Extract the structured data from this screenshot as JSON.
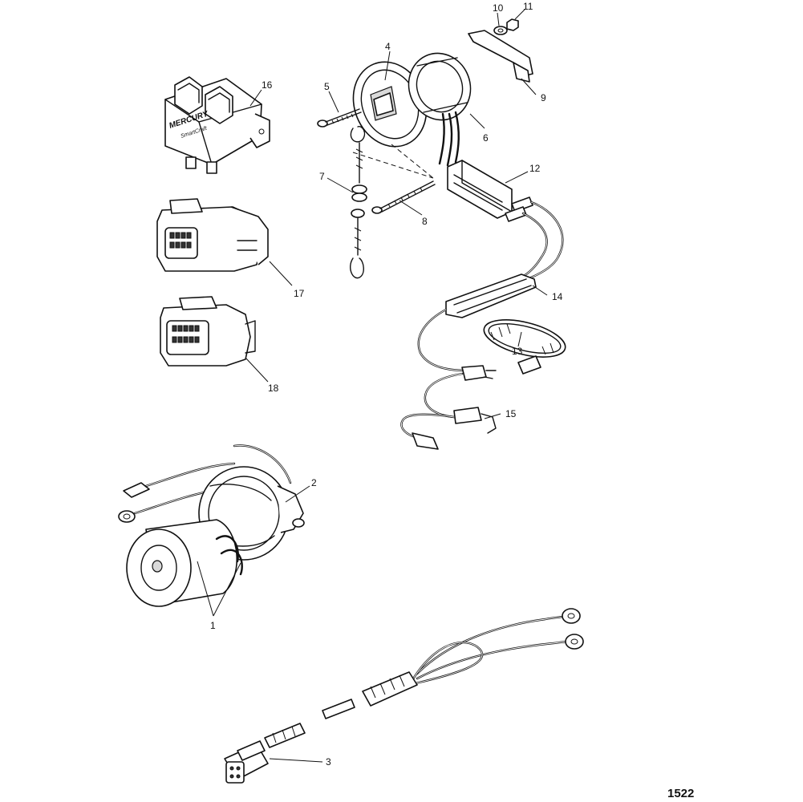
{
  "diagram": {
    "figure_number": "1522",
    "logo_text": "MERCURY",
    "logo_subtext": "SmartCraft",
    "callouts": {
      "c1": "1",
      "c2": "2",
      "c3": "3",
      "c4": "4",
      "c5": "5",
      "c6": "6",
      "c7": "7",
      "c8": "8",
      "c9": "9",
      "c10": "10",
      "c11": "11",
      "c12": "12",
      "c13": "13",
      "c14": "14",
      "c15": "15",
      "c16": "16",
      "c17": "17",
      "c18": "18"
    }
  }
}
